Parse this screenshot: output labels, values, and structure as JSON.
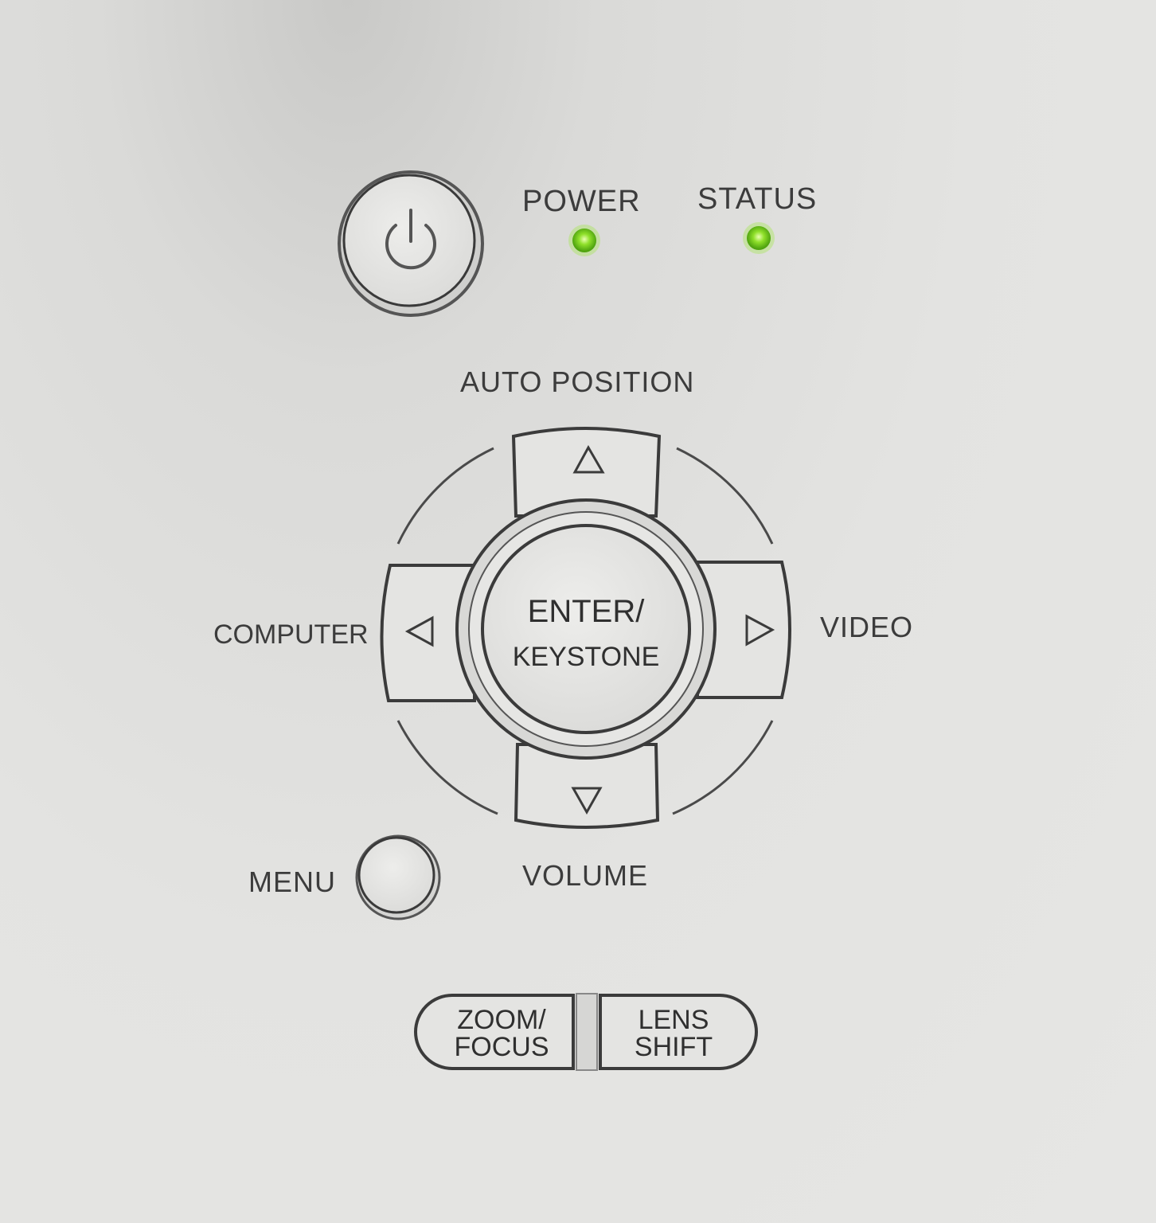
{
  "indicators": {
    "power_label": "POWER",
    "status_label": "STATUS",
    "led_color": "#7ed321"
  },
  "dpad": {
    "up_label": "AUTO POSITION",
    "left_label": "COMPUTER",
    "right_label": "VIDEO",
    "down_label": "VOLUME",
    "center_line1": "ENTER/",
    "center_line2": "KEYSTONE"
  },
  "menu": {
    "label": "MENU"
  },
  "lens": {
    "zoom_line1": "ZOOM/",
    "zoom_line2": "FOCUS",
    "shift_line1": "LENS",
    "shift_line2": "SHIFT"
  },
  "icons": {
    "power": "power-icon",
    "up": "triangle-up-icon",
    "down": "triangle-down-icon",
    "left": "triangle-left-icon",
    "right": "triangle-right-icon"
  }
}
